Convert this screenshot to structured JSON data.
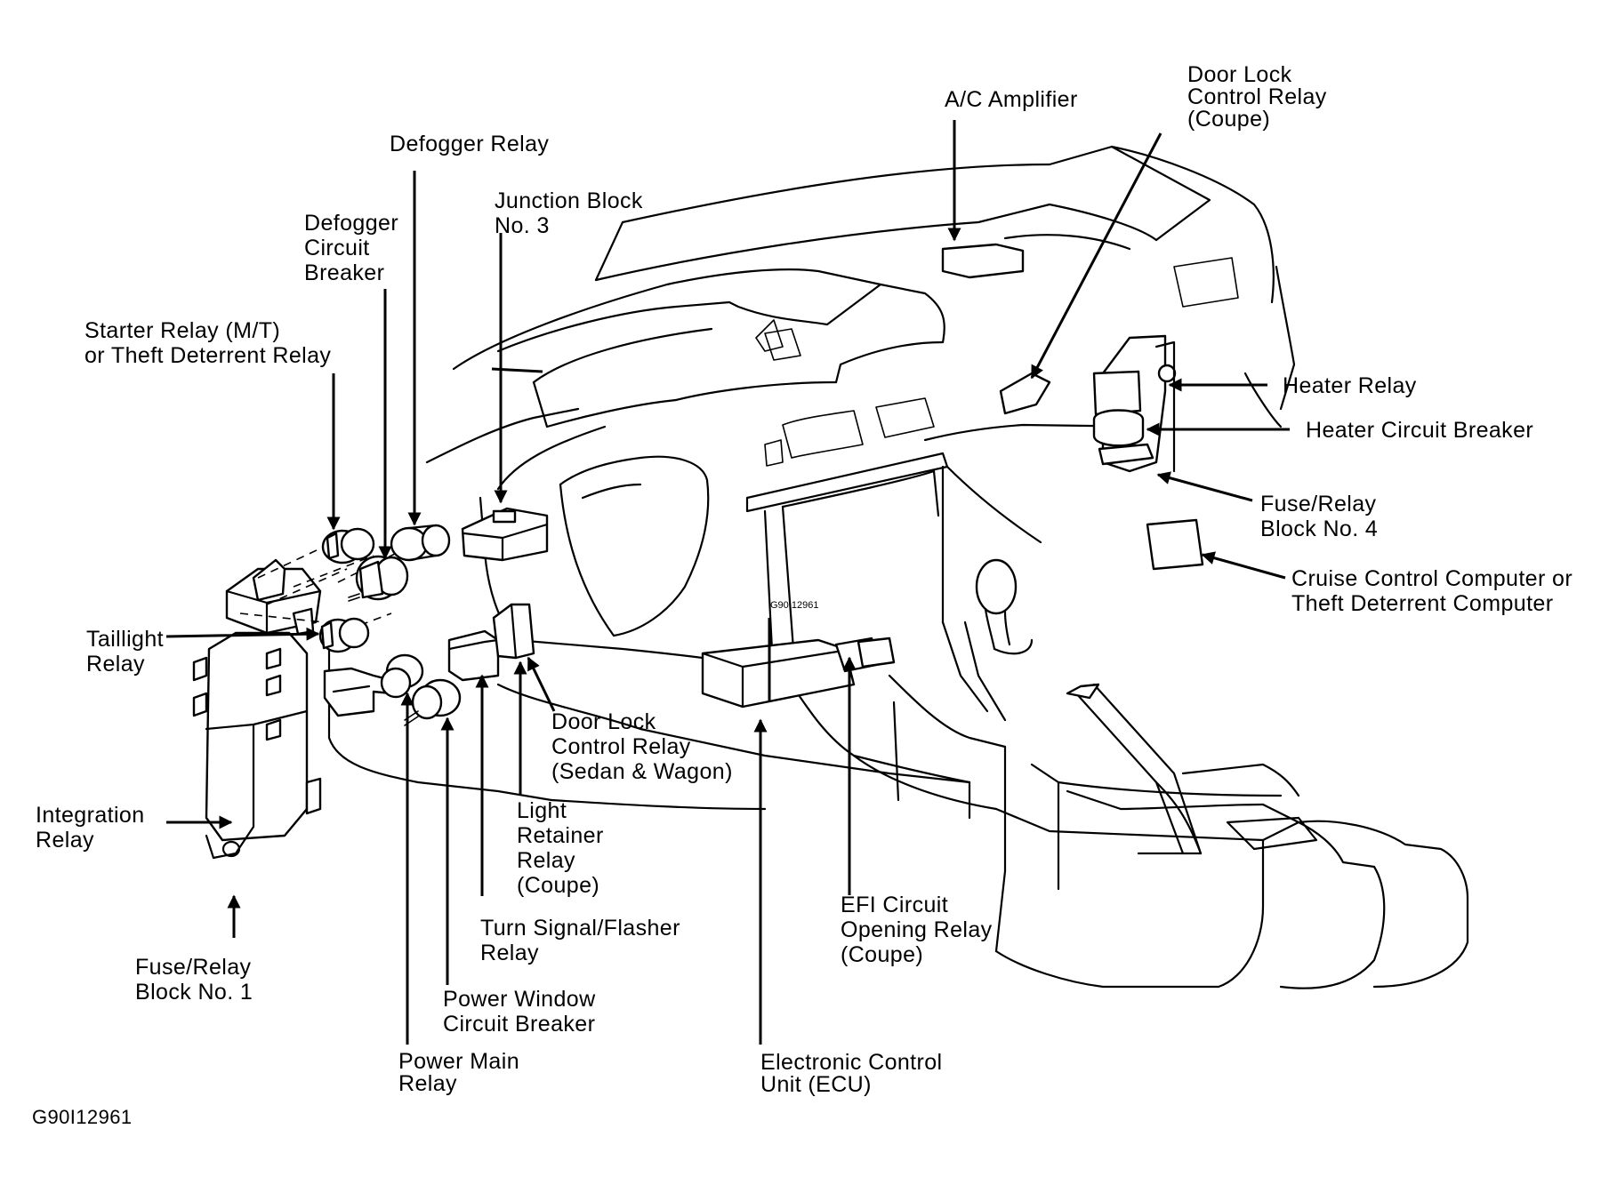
{
  "diagram": {
    "labels": {
      "ac_amplifier": "A/C Amplifier",
      "door_lock_relay_coupe": "Door Lock\nControl Relay\n(Coupe)",
      "defogger_relay": "Defogger Relay",
      "junction_block_3": "Junction Block\nNo. 3",
      "defogger_circuit_breaker": "Defogger\nCircuit\nBreaker",
      "starter_relay": "Starter Relay (M/T)\nor Theft Deterrent Relay",
      "heater_relay": "Heater Relay",
      "heater_circuit_breaker": "Heater Circuit Breaker",
      "fuse_relay_block_4": "Fuse/Relay\nBlock No. 4",
      "cruise_control_computer": "Cruise Control Computer or\nTheft Deterrent Computer",
      "taillight_relay": "Taillight\nRelay",
      "door_lock_relay_sedan": "Door Lock\nControl Relay\n(Sedan & Wagon)",
      "light_retainer_relay": "Light\nRetainer\nRelay\n(Coupe)",
      "integration_relay": "Integration\nRelay",
      "turn_signal_relay": "Turn Signal/Flasher\nRelay",
      "efi_circuit_relay": "EFI Circuit\nOpening Relay\n(Coupe)",
      "fuse_relay_block_1": "Fuse/Relay\nBlock No. 1",
      "power_window_breaker": "Power Window\nCircuit Breaker",
      "power_main_relay": "Power Main\nRelay",
      "ecu": "Electronic Control\nUnit (ECU)"
    },
    "stamp": "G90I12961",
    "figure_id": "G90I12961"
  }
}
